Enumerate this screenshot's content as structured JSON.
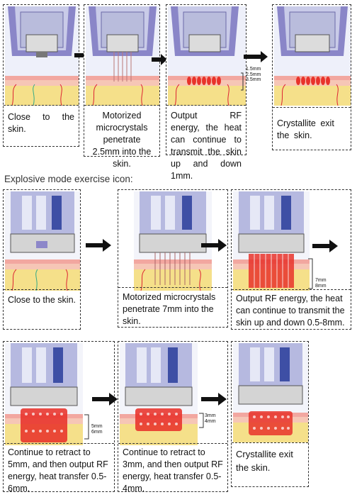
{
  "section_title": "Explosive mode exercise icon:",
  "row1": [
    {
      "caption": "Close to the skin."
    },
    {
      "caption": "Motorized microcrystals penetrate 2.5mm into the skin."
    },
    {
      "caption": "Output RF energy, the heat can continue to transmit the skin up and down 1mm."
    },
    {
      "caption": "Crystallite exit the skin."
    }
  ],
  "row1_depths": [
    "1.5mm",
    "2.5mm",
    "3.5mm"
  ],
  "row2": [
    {
      "caption": "Close to the skin."
    },
    {
      "caption": "Motorized microcrystals penetrate 7mm into the skin."
    },
    {
      "caption": "Output RF energy, the heat can continue to transmit the skin up and down 0.5-8mm."
    }
  ],
  "row2_depths": [
    "7mm",
    "8mm"
  ],
  "row3": [
    {
      "caption": "Continue to retract to 5mm, and then output RF energy, heat transfer 0.5-6mm."
    },
    {
      "caption": "Continue to retract to 3mm, and then output RF energy, heat transfer 0.5-4mm."
    },
    {
      "caption": "Crystallite exit the skin."
    }
  ],
  "row3_depths_a": [
    "5mm",
    "6mm"
  ],
  "row3_depths_b": [
    "3mm",
    "4mm"
  ],
  "colors": {
    "device": "#8a86c8",
    "skin_pink": "#f2a7a0",
    "fat": "#f5e08a",
    "energy": "#e8322a"
  }
}
